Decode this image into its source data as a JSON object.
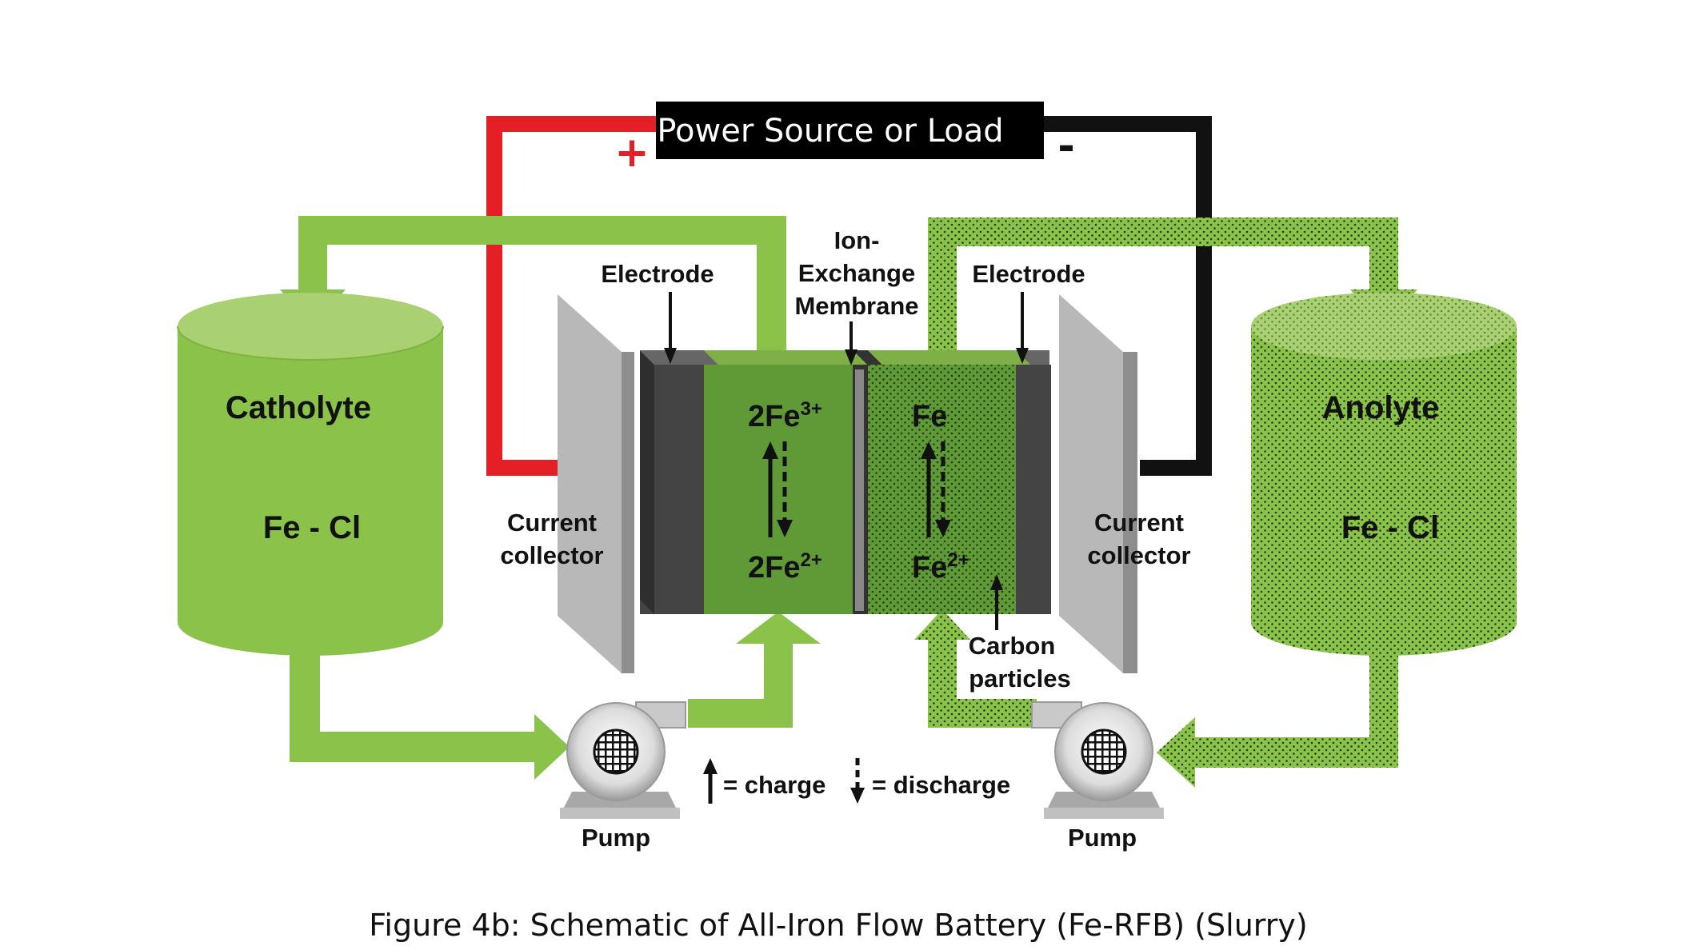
{
  "power_source": {
    "label": "Power Source or Load",
    "plus": "+",
    "minus": "-"
  },
  "left_tank": {
    "title": "Catholyte",
    "content": "Fe - Cl"
  },
  "right_tank": {
    "title": "Anolyte",
    "content": "Fe - Cl"
  },
  "labels": {
    "electrode_left": "Electrode",
    "electrode_right": "Electrode",
    "membrane": [
      "Ion-",
      "Exchange",
      "Membrane"
    ],
    "current_collector_left": [
      "Current",
      "collector"
    ],
    "current_collector_right": [
      "Current",
      "collector"
    ],
    "carbon": [
      "Carbon",
      "particles"
    ],
    "pump_left": "Pump",
    "pump_right": "Pump"
  },
  "reactions": {
    "left_top": {
      "base": "2Fe",
      "sup": "3+"
    },
    "left_bottom": {
      "base": "2Fe",
      "sup": "2+"
    },
    "right_top": {
      "base": "Fe",
      "sup": ""
    },
    "right_bottom": {
      "base": "Fe",
      "sup": "2+"
    }
  },
  "legend": {
    "charge": "= charge",
    "discharge": "= discharge"
  },
  "caption": "Figure 4b: Schematic of All-Iron Flow Battery (Fe-RFB) (Slurry)",
  "colors": {
    "green": "#8bc34a",
    "dark_green": "#5f9a36",
    "red_wire": "#e41f26",
    "black_wire": "#111111",
    "electrode": "#444444",
    "collector": "#b8b8b8"
  }
}
